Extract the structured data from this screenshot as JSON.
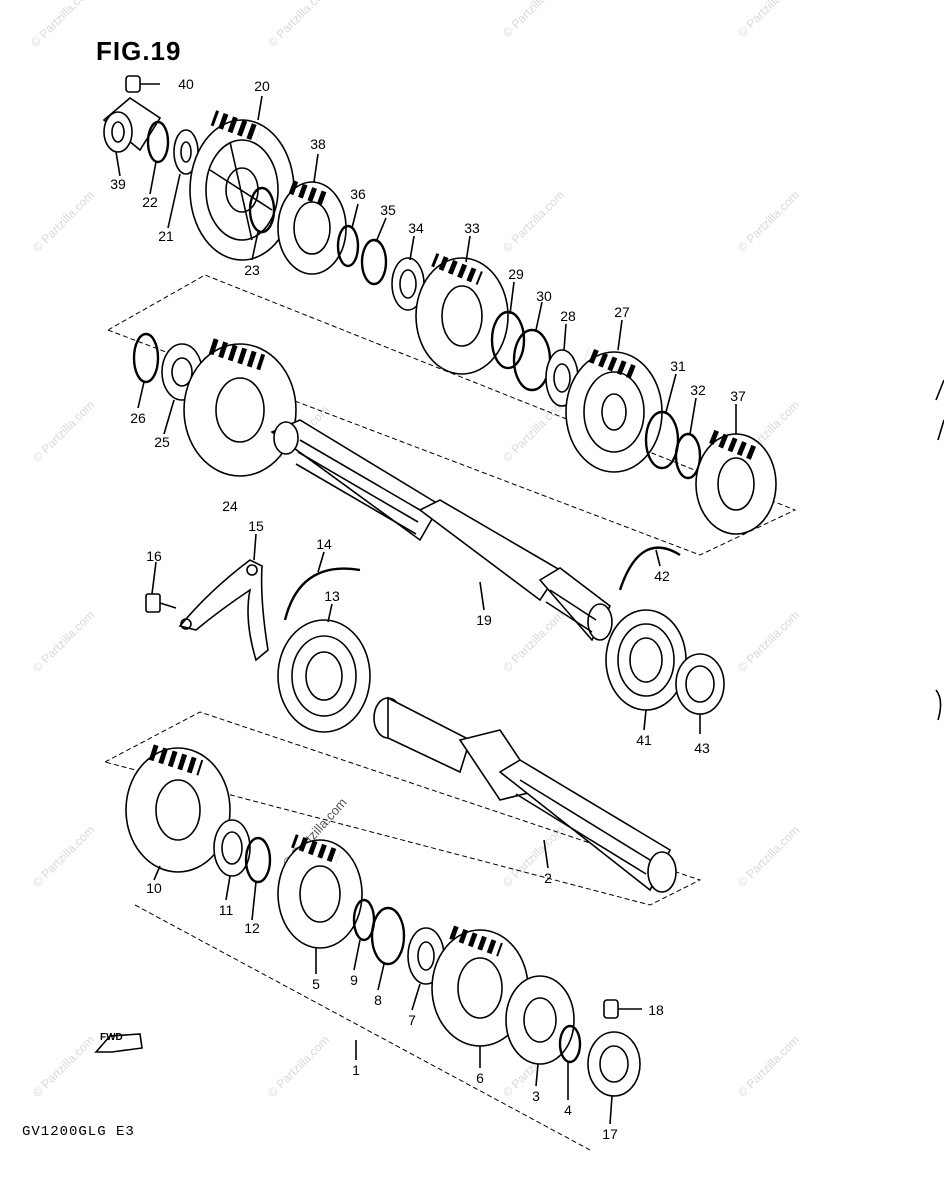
{
  "figure": {
    "title": "FIG.19",
    "model_code": "GV1200GLG  E3",
    "watermark": "© Partzilla.com",
    "fwd_label": "FWD"
  },
  "part_labels": {
    "p1": "1",
    "p2": "2",
    "p3": "3",
    "p4": "4",
    "p5": "5",
    "p6": "6",
    "p7": "7",
    "p8": "8",
    "p9": "9",
    "p10": "10",
    "p11": "11",
    "p12": "12",
    "p13": "13",
    "p14": "14",
    "p15": "15",
    "p16": "16",
    "p17": "17",
    "p18": "18",
    "p19": "19",
    "p20": "20",
    "p21": "21",
    "p22": "22",
    "p23": "23",
    "p24": "24",
    "p25": "25",
    "p26": "26",
    "p27": "27",
    "p28": "28",
    "p29": "29",
    "p30": "30",
    "p31": "31",
    "p32": "32",
    "p33": "33",
    "p34": "34",
    "p35": "35",
    "p36": "36",
    "p37": "37",
    "p38": "38",
    "p39": "39",
    "p40": "40",
    "p41": "41",
    "p42": "42",
    "p43": "43"
  },
  "icons": {
    "gear": "gear-icon",
    "bearing": "bearing-icon",
    "shaft": "shaft-icon",
    "circlip": "circlip-icon",
    "washer": "washer-icon",
    "bushing": "bushing-icon",
    "shift-fork": "shift-fork-icon",
    "bolt": "bolt-icon",
    "pin": "pin-icon",
    "forward-arrow": "forward-arrow-icon"
  }
}
